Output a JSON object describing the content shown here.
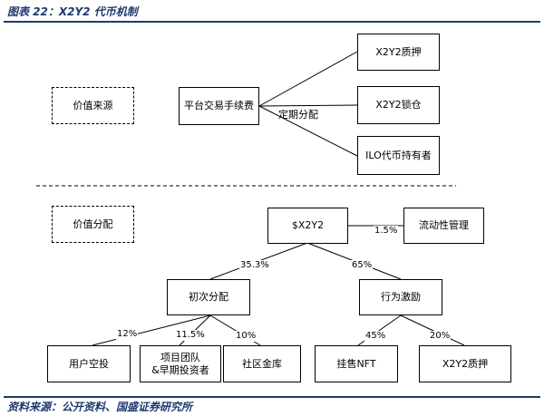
{
  "figure": {
    "title": "图表 22：X2Y2 代币机制",
    "source": "资料来源：公开资料、国盛证券研究所"
  },
  "section_labels": {
    "value_source": "价值来源",
    "value_distribution": "价值分配"
  },
  "nodes": {
    "platform_fee": "平台交易手续费",
    "staking_top": "X2Y2质押",
    "lock": "X2Y2锁仓",
    "ilo_holders": "ILO代币持有者",
    "token": "$X2Y2",
    "liquidity_mgmt": "流动性管理",
    "initial_distribution": "初次分配",
    "behavior_incentive": "行为激励",
    "user_airdrop": "用户空投",
    "project_team_line1": "项目团队",
    "project_team_line2": "&早期投资者",
    "community_treasury": "社区金库",
    "listing_nft": "挂售NFT",
    "staking_bottom": "X2Y2质押"
  },
  "edge_labels": {
    "periodic_distribution": "定期分配",
    "liquidity_pct": "1.5%",
    "initial_pct": "35.3%",
    "incentive_pct": "65%",
    "airdrop_pct": "12%",
    "team_pct": "11.5%",
    "treasury_pct": "10%",
    "listing_pct": "45%",
    "staking_pct": "20%"
  }
}
